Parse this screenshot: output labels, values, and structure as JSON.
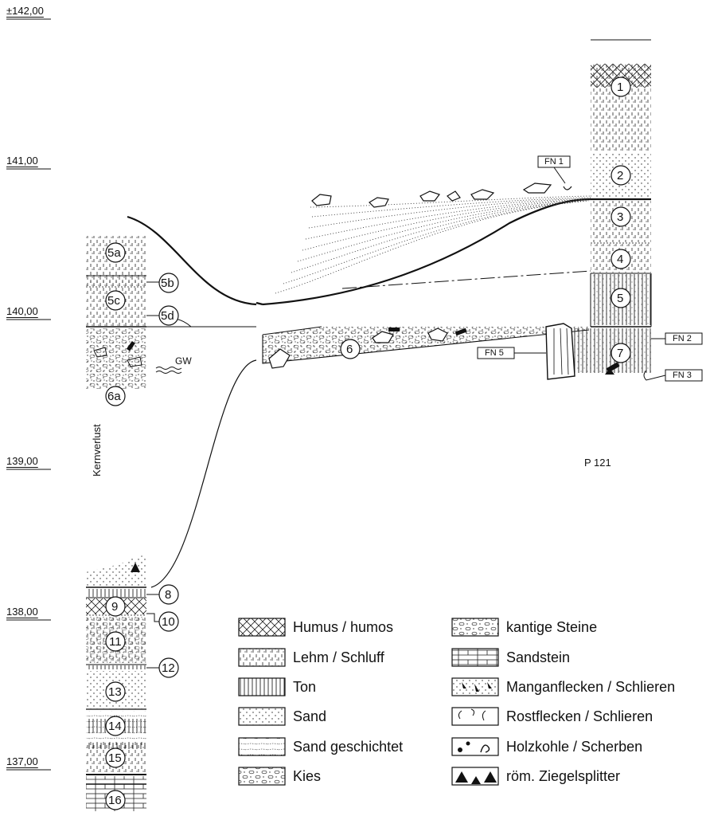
{
  "elevations": [
    "±142,00",
    "141,00",
    "140,00",
    "139,00",
    "138,00",
    "137,00"
  ],
  "left_column": {
    "layers": [
      "5a",
      "5b",
      "5c",
      "5d",
      "6a",
      "8",
      "9",
      "10",
      "11",
      "12",
      "13",
      "14",
      "15",
      "16"
    ],
    "kernverlust": "Kernverlust",
    "gw": "GW"
  },
  "center": {
    "layer": "6"
  },
  "right_column": {
    "layers": [
      "1",
      "2",
      "3",
      "4",
      "5",
      "7"
    ],
    "profile": "P 121"
  },
  "finds": [
    "FN 1",
    "FN 2",
    "FN 3",
    "FN 5"
  ],
  "legend": {
    "left": [
      "Humus / humos",
      "Lehm / Schluff",
      "Ton",
      "Sand",
      "Sand geschichtet",
      "Kies"
    ],
    "right": [
      "kantige Steine",
      "Sandstein",
      "Manganflecken / Schlieren",
      "Rostflecken / Schlieren",
      "Holzkohle / Scherben",
      "röm. Ziegelsplitter"
    ]
  }
}
